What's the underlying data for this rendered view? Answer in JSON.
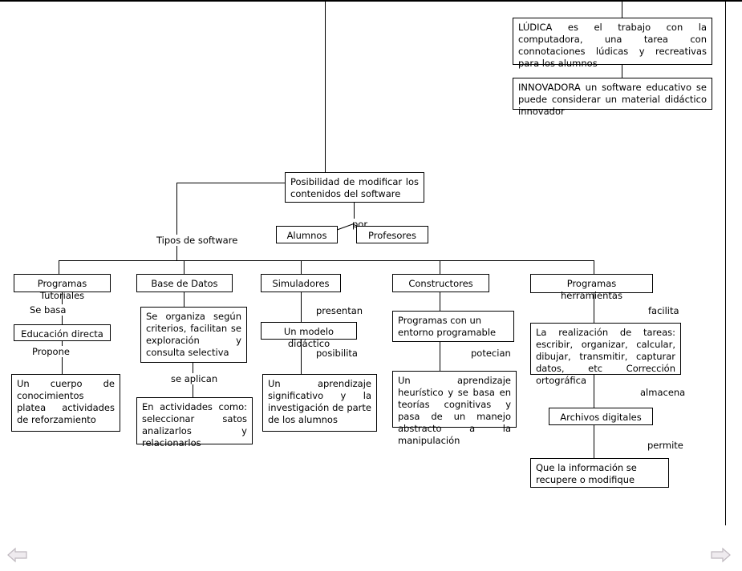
{
  "document": {
    "title": "Mapa conceptual - Tipos de software educativo",
    "language": "es"
  },
  "nodes": {
    "ludica": "LÚDICA es el trabajo con la computadora, una tarea con connotaciones lúdicas y recreativas para los alumnos",
    "innovadora": "INNOVADORA un software educativo se puede considerar un material didáctico innovador",
    "posibilidad": "Posibilidad de modificar los contenidos del software",
    "alumnos": "Alumnos",
    "profesores": "Profesores",
    "programas_tutoriales": "Programas Tutoriales",
    "educacion_directa": "Educación directa",
    "cuerpo_conocimientos": "Un cuerpo de conocimientos platea actividades de reforzamiento",
    "base_de_datos": "Base de Datos",
    "se_organiza": "Se organiza según criterios, facilitan se exploración y consulta selectiva",
    "en_actividades": "En actividades como: seleccionar satos analizarlos y relacionarlos",
    "simuladores": "Simuladores",
    "modelo_didactico": "Un modelo didáctico",
    "aprendizaje_significativo": "Un aprendizaje significativo y la investigación de parte de los alumnos",
    "constructores": "Constructores",
    "programas_entorno": "Programas con un entorno programable",
    "aprendizaje_heuristico": "Un aprendizaje heurístico y se basa en teorías cognitivas y pasa de un manejo abstracto a la manipulación",
    "programas_herramientas": "Programas herramientas",
    "realizacion_tareas": "La realización de tareas: escribir, organizar, calcular, dibujar, transmitir, capturar datos, etc Corrección ortográfica",
    "archivos_digitales": "Archivos digitales",
    "que_informacion": "Que la información se recupere o modifique"
  },
  "link_labels": {
    "por": "por",
    "tipos_de_software": "Tipos de software",
    "se_basa": "Se basa",
    "propone": "Propone",
    "se_aplican": "se aplican",
    "presentan": "presentan",
    "posibilita": "posibilita",
    "potecian": "potecian",
    "facilita": "facilita",
    "almacena": "almacena",
    "permite": "permite"
  },
  "navigation": {
    "back_icon": "back-arrow-icon",
    "forward_icon": "forward-arrow-icon"
  },
  "colors": {
    "line": "#000000",
    "background": "#ffffff",
    "text": "#000000",
    "nav_arrow": "#9a8f9a"
  }
}
